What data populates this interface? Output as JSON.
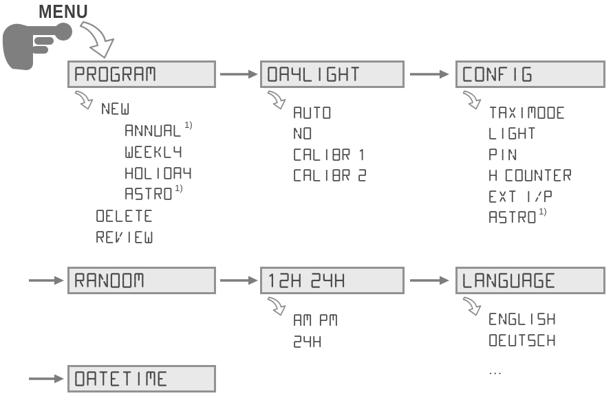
{
  "menu_button_label": "MENU",
  "colors": {
    "background": "#ffffff",
    "box_fill": "#e9e9e9",
    "box_border": "#929292",
    "lcd_text": "#4b4b4d",
    "arrow": "#7d7d7d",
    "curved_arrow_outline": "#8c8c8c",
    "hand": "#7f7f7f",
    "label_text": "#3f3f3f"
  },
  "icons": {
    "hand": "hand-press-button-icon",
    "curved_arrow": "curved-arrow-icon",
    "flow_arrow": "flow-arrow-icon"
  },
  "nodes": [
    {
      "title": "PROGRAM",
      "items": [
        {
          "text": "NEW"
        },
        {
          "text": "ANNUAL",
          "footnote": "1)"
        },
        {
          "text": "WEEKLY"
        },
        {
          "text": "HOLIDAY"
        },
        {
          "text": "ASTRO",
          "footnote": "1)"
        },
        {
          "text": "DELETE"
        },
        {
          "text": "REVIEW"
        }
      ]
    },
    {
      "title": "DAYLIGHT",
      "items": [
        {
          "text": "AUTO"
        },
        {
          "text": "NO"
        },
        {
          "text": "CALIBR 1"
        },
        {
          "text": "CALIBR 2"
        }
      ]
    },
    {
      "title": "CONFIG",
      "items": [
        {
          "text": "TAXIMODE"
        },
        {
          "text": "LIGHT"
        },
        {
          "text": "PIN"
        },
        {
          "text": "H COUNTER"
        },
        {
          "text": "EXT I/P"
        },
        {
          "text": "ASTRO",
          "footnote": "1)"
        }
      ]
    },
    {
      "title": "RANDOM",
      "items": []
    },
    {
      "title": "12H 24H",
      "items": [
        {
          "text": "AM PM"
        },
        {
          "text": "24H"
        }
      ]
    },
    {
      "title": "LANGUAGE",
      "items": [
        {
          "text": "ENGLISH"
        },
        {
          "text": "DEUTSCH"
        },
        {
          "text": "..."
        }
      ]
    },
    {
      "title": "DATETIME",
      "items": []
    }
  ]
}
